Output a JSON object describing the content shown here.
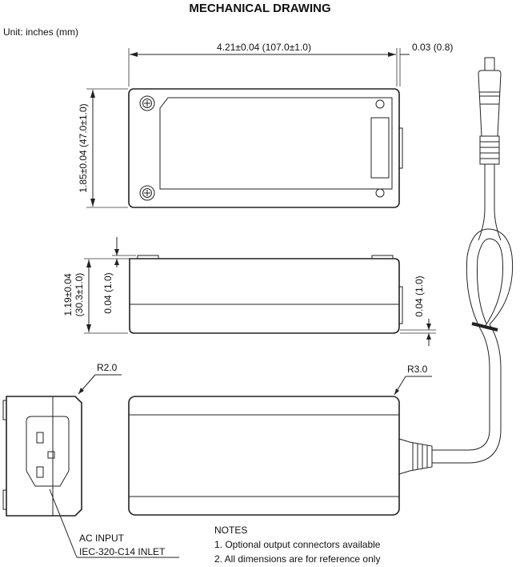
{
  "title": "MECHANICAL DRAWING",
  "unit_label": "Unit: inches (mm)",
  "dimensions": {
    "length": "4.21±0.04 (107.0±1.0)",
    "offset": "0.03 (0.8)",
    "width": "1.85±0.04 (47.0±1.0)",
    "height_line1": "1.19±0.04",
    "height_line2": "(30.3±1.0)",
    "foot_left": "0.04 (1.0)",
    "foot_right": "0.04 (1.0)",
    "radius_inlet": "R2.0",
    "radius_body": "R3.0"
  },
  "inlet": {
    "line1": "AC INPUT",
    "line2": "IEC-320-C14 INLET"
  },
  "notes": {
    "heading": "NOTES",
    "items": [
      "1. Optional output connectors available",
      "2. All dimensions are for reference only"
    ]
  }
}
